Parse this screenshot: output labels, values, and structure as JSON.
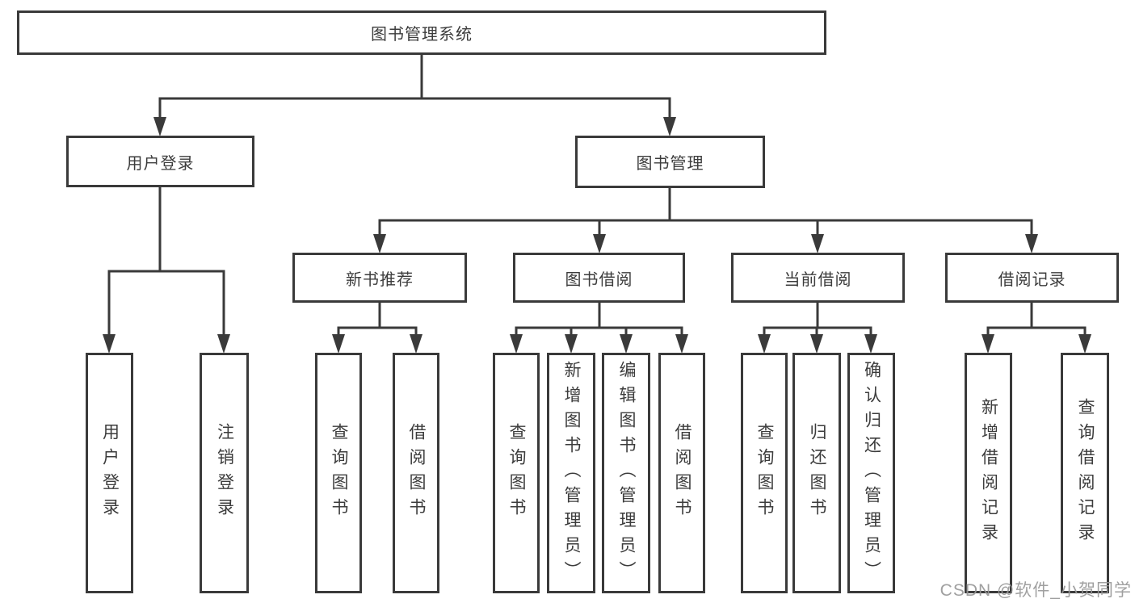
{
  "colors": {
    "line": "#3a3a3a",
    "box_border": "#3a3a3a",
    "text": "#3c3c3c",
    "watermark": "#989898",
    "background": "#ffffff"
  },
  "tree": {
    "root": {
      "label": "图书管理系统"
    },
    "branches": [
      {
        "label": "用户登录",
        "children": [
          {
            "label": "用户登录"
          },
          {
            "label": "注销登录"
          }
        ]
      },
      {
        "label": "图书管理",
        "children": [
          {
            "label": "新书推荐",
            "children": [
              {
                "label": "查询图书"
              },
              {
                "label": "借阅图书"
              }
            ]
          },
          {
            "label": "图书借阅",
            "children": [
              {
                "label": "查询图书"
              },
              {
                "label": "新增图书（管理员）"
              },
              {
                "label": "编辑图书（管理员）"
              },
              {
                "label": "借阅图书"
              }
            ]
          },
          {
            "label": "当前借阅",
            "children": [
              {
                "label": "查询图书"
              },
              {
                "label": "归还图书"
              },
              {
                "label": "确认归还（管理员）"
              }
            ]
          },
          {
            "label": "借阅记录",
            "children": [
              {
                "label": "新增借阅记录"
              },
              {
                "label": "查询借阅记录"
              }
            ]
          }
        ]
      }
    ]
  },
  "watermark": {
    "text": "CSDN @软件_小贺同学"
  }
}
